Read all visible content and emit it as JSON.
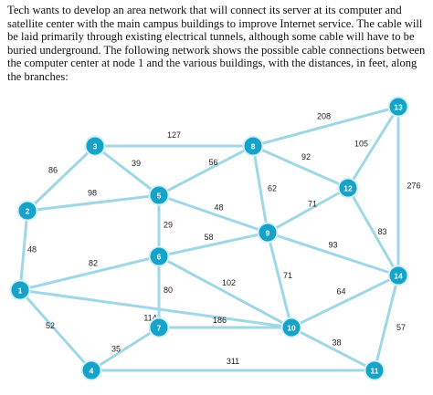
{
  "problem_text": "Tech wants to develop an area network that will connect its server at its computer and satellite center with the main campus buildings to improve Internet service. The cable will be laid primarily through existing electrical tunnels, although some cable will have to be buried underground. The following network shows the possible cable connections between the computer center at node 1 and the various buildings, with the distances, in feet, along the branches:",
  "network": {
    "node_color": "#16a3c9",
    "edge_color": "#9fd7e6",
    "nodes": [
      {
        "id": "1",
        "label": "1"
      },
      {
        "id": "2",
        "label": "2"
      },
      {
        "id": "3",
        "label": "3"
      },
      {
        "id": "4",
        "label": "4"
      },
      {
        "id": "5",
        "label": "5"
      },
      {
        "id": "6",
        "label": "6"
      },
      {
        "id": "7",
        "label": "7"
      },
      {
        "id": "8",
        "label": "8"
      },
      {
        "id": "9",
        "label": "9"
      },
      {
        "id": "10",
        "label": "10"
      },
      {
        "id": "11",
        "label": "11"
      },
      {
        "id": "12",
        "label": "12"
      },
      {
        "id": "13",
        "label": "13"
      },
      {
        "id": "14",
        "label": "14"
      }
    ],
    "edges": [
      {
        "from": "3",
        "to": "8",
        "distance": "127"
      },
      {
        "from": "8",
        "to": "13",
        "distance": "208"
      },
      {
        "from": "3",
        "to": "2",
        "distance": "86"
      },
      {
        "from": "3",
        "to": "5",
        "distance": "39"
      },
      {
        "from": "2",
        "to": "5",
        "distance": "98"
      },
      {
        "from": "2",
        "to": "1",
        "distance": "48"
      },
      {
        "from": "8",
        "to": "5",
        "distance": "56"
      },
      {
        "from": "8",
        "to": "9",
        "distance": "62"
      },
      {
        "from": "8",
        "to": "12",
        "distance": "92"
      },
      {
        "from": "13",
        "to": "12",
        "distance": "105"
      },
      {
        "from": "13",
        "to": "14",
        "distance": "276"
      },
      {
        "from": "5",
        "to": "9",
        "distance": "48"
      },
      {
        "from": "5",
        "to": "6",
        "distance": "29"
      },
      {
        "from": "12",
        "to": "9",
        "distance": "71"
      },
      {
        "from": "12",
        "to": "14",
        "distance": "83"
      },
      {
        "from": "6",
        "to": "9",
        "distance": "58"
      },
      {
        "from": "9",
        "to": "14",
        "distance": "93"
      },
      {
        "from": "1",
        "to": "6",
        "distance": "82"
      },
      {
        "from": "6",
        "to": "10",
        "distance": "102"
      },
      {
        "from": "9",
        "to": "10",
        "distance": "71"
      },
      {
        "from": "6",
        "to": "7",
        "distance": "80"
      },
      {
        "from": "1",
        "to": "10",
        "distance": "114"
      },
      {
        "from": "14",
        "to": "10",
        "distance": "64"
      },
      {
        "from": "7",
        "to": "10",
        "distance": "186"
      },
      {
        "from": "1",
        "to": "4",
        "distance": "52"
      },
      {
        "from": "4",
        "to": "7",
        "distance": "35"
      },
      {
        "from": "14",
        "to": "11",
        "distance": "57"
      },
      {
        "from": "10",
        "to": "11",
        "distance": "38"
      },
      {
        "from": "4",
        "to": "11",
        "distance": "311"
      }
    ]
  }
}
